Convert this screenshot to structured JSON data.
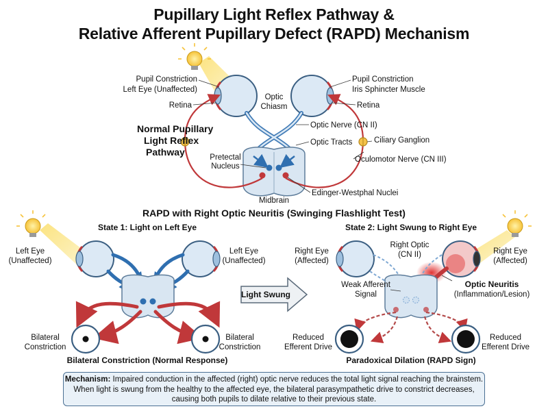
{
  "title": {
    "line1": "Pupillary Light Reflex Pathway &",
    "line2": "Relative Afferent Pupillary Defect (RAPD) Mechanism"
  },
  "normal": {
    "heading": [
      "Normal Pupillary",
      "Light Reflex",
      "Pathway"
    ],
    "labels": {
      "pupil_constriction_left": "Pupil Constriction",
      "left_eye_unaffected": "Left Eye (Unaffected)",
      "retina_left": "Retina",
      "optic_chiasm": [
        "Optic",
        "Chiasm"
      ],
      "pupil_constriction_right": "Pupil Constriction",
      "iris_sphincter": "Iris Sphincter Muscle",
      "retina_right": "Retina",
      "optic_nerve": "Optic Nerve (CN II)",
      "optic_tracts": "Optic Tracts",
      "ciliary_ganglion": "Ciliary Ganglion",
      "oculomotor_nerve": "Oculomotor Nerve (CN III)",
      "pretectal_nucleus": [
        "Pretectal",
        "Nucleus"
      ],
      "edinger_westphal": "Edinger-Westphal Nuclei",
      "midbrain": "Midbrain"
    }
  },
  "rapd": {
    "heading": "RAPD with Right Optic Neuritis (Swinging Flashlight Test)",
    "state1": {
      "title": "State 1: Light on Left Eye",
      "left_eye": [
        "Left Eye",
        "(Unaffected)"
      ],
      "right_eye": [
        "Left Eye",
        "(Unaffected)"
      ],
      "bilateral_left": [
        "Bilateral",
        "Constriction"
      ],
      "bilateral_right": [
        "Bilateral",
        "Constriction"
      ],
      "caption": "Bilateral Constriction (Normal Response)"
    },
    "arrow_label": "Light Swung",
    "state2": {
      "title": "State 2: Light Swung to Right Eye",
      "right_eye_left": [
        "Right Eye",
        "(Affected)"
      ],
      "right_optic": [
        "Right Optic",
        "(CN II)"
      ],
      "right_eye_right": [
        "Right Eye",
        "(Affected)"
      ],
      "weak_afferent": [
        "Weak Afferent",
        "Signal"
      ],
      "optic_neuritis": "Optic Neuritis",
      "inflammation": "(Inflammation/Lesion)",
      "reduced_left": [
        "Reduced",
        "Efferent Drive"
      ],
      "reduced_right": [
        "Reduced",
        "Efferent Drive"
      ],
      "caption": "Paradoxical Dilation (RAPD Sign)"
    }
  },
  "mechanism": {
    "label": "Mechanism:",
    "line1": "Impaired conduction in the affected (right) optic nerve reduces the total light signal reaching the brainstem.",
    "line2": "When light is swung from the healthy to the affected eye, the bilateral parasympathetic drive to constrict decreases,",
    "line3": "causing both pupils to dilate relative to their previous state."
  },
  "colors": {
    "afferent": "#2f6fb0",
    "efferent": "#c0383a",
    "light": "#f6c33a",
    "eye_fill": "#dce9f5",
    "brain_fill": "#d9e6f2"
  }
}
